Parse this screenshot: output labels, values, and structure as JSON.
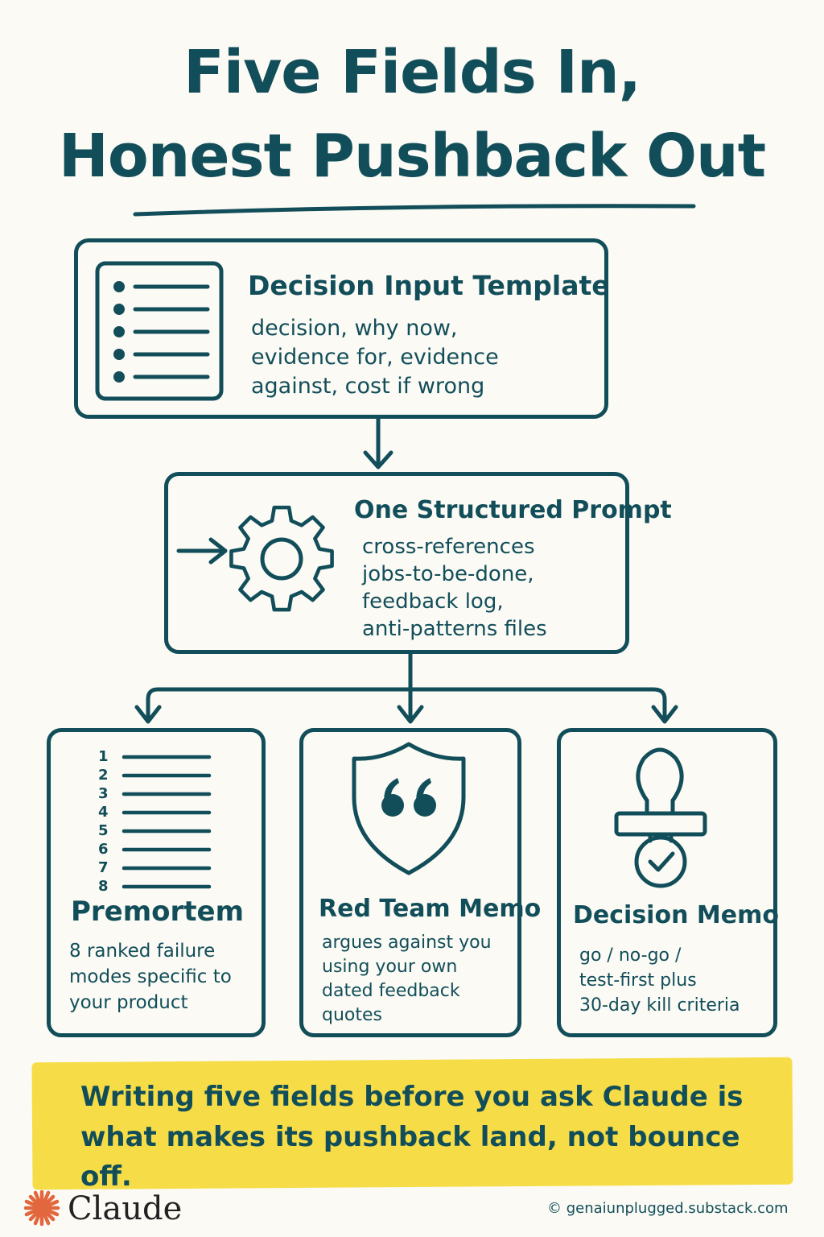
{
  "title": {
    "line1": "Five Fields In,",
    "line2": "Honest Pushback Out"
  },
  "input_box": {
    "heading": "Decision Input Template",
    "body_lines": [
      "decision, why now,",
      "evidence for, evidence",
      "against, cost if wrong"
    ],
    "icon": "list-icon"
  },
  "prompt_box": {
    "heading": "One Structured Prompt",
    "body_lines": [
      "cross-references",
      "jobs-to-be-done,",
      "feedback log,",
      "anti-patterns files"
    ],
    "icon": "gear-icon"
  },
  "outputs": [
    {
      "heading": "Premortem",
      "body_lines": [
        "8 ranked failure",
        "modes specific to",
        "your product"
      ],
      "icon": "numbered-list-icon",
      "numbers": [
        "1",
        "2",
        "3",
        "4",
        "5",
        "6",
        "7",
        "8"
      ]
    },
    {
      "heading": "Red Team Memo",
      "body_lines": [
        "argues against you",
        "using your own",
        "dated feedback",
        "quotes"
      ],
      "icon": "shield-quote-icon"
    },
    {
      "heading": "Decision Memo",
      "body_lines": [
        "go / no-go /",
        "test-first plus",
        "30-day kill criteria"
      ],
      "icon": "stamp-check-icon"
    }
  ],
  "banner": {
    "line1": "Writing five fields before you ask Claude is",
    "line2": "what makes its pushback land, not bounce off."
  },
  "footer": {
    "brand": "Claude",
    "credit": "© genaiunplugged.substack.com"
  },
  "colors": {
    "ink": "#124e5a",
    "highlight": "#f6dd47",
    "brand_mark": "#e2673f",
    "background": "#fbfaf4"
  }
}
